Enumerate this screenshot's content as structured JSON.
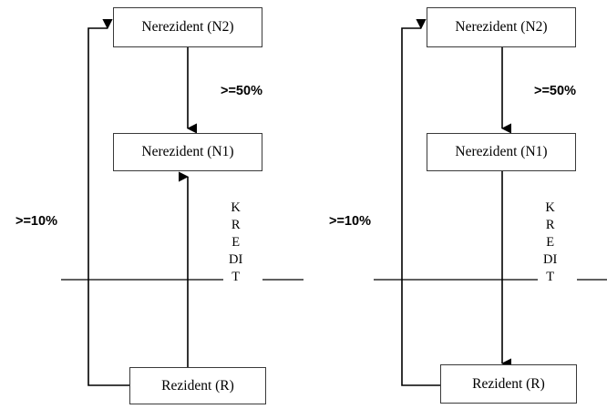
{
  "diagram": {
    "type": "flow-diagram",
    "title": "",
    "description": "Two side-by-side ownership/credit flow diagrams showing Nerezident (N2), Nerezident (N1) and Rezident (R) entities separated by a KREDIT border line",
    "colors": {
      "background": "#ffffff",
      "box_border": "#3a3a3a",
      "line": "#000000",
      "text": "#000000"
    },
    "border_label": {
      "name": "kredit-border-label",
      "text": "KREDIT",
      "letters": [
        "K",
        "R",
        "E",
        "DI",
        "T"
      ],
      "orientation": "vertical"
    },
    "panels": [
      {
        "id": "left",
        "name": "left-diagram",
        "nodes": [
          {
            "id": "n2",
            "label": "Nerezident (N2)"
          },
          {
            "id": "n1",
            "label": "Nerezident (N1)"
          },
          {
            "id": "r",
            "label": "Rezident (R)"
          }
        ],
        "edges": [
          {
            "from": "n2",
            "to": "n1",
            "label": ">=50%",
            "direction": "down"
          },
          {
            "from": "r",
            "to": "n1",
            "label": "",
            "direction": "up"
          },
          {
            "from": "r",
            "to": "n2",
            "label": ">=10%",
            "direction": "left-up-into-n2"
          }
        ],
        "labels": {
          "pct_50": ">=50%",
          "pct_10": ">=10%"
        }
      },
      {
        "id": "right",
        "name": "right-diagram",
        "nodes": [
          {
            "id": "n2",
            "label": "Nerezident (N2)"
          },
          {
            "id": "n1",
            "label": "Nerezident (N1)"
          },
          {
            "id": "r",
            "label": "Rezident (R)"
          }
        ],
        "edges": [
          {
            "from": "n2",
            "to": "n1",
            "label": ">=50%",
            "direction": "down"
          },
          {
            "from": "n1",
            "to": "r",
            "label": "",
            "direction": "down"
          },
          {
            "from": "r",
            "to": "n2",
            "label": ">=10%",
            "direction": "left-up-into-n2"
          }
        ],
        "labels": {
          "pct_50": ">=50%",
          "pct_10": ">=10%"
        }
      }
    ]
  }
}
